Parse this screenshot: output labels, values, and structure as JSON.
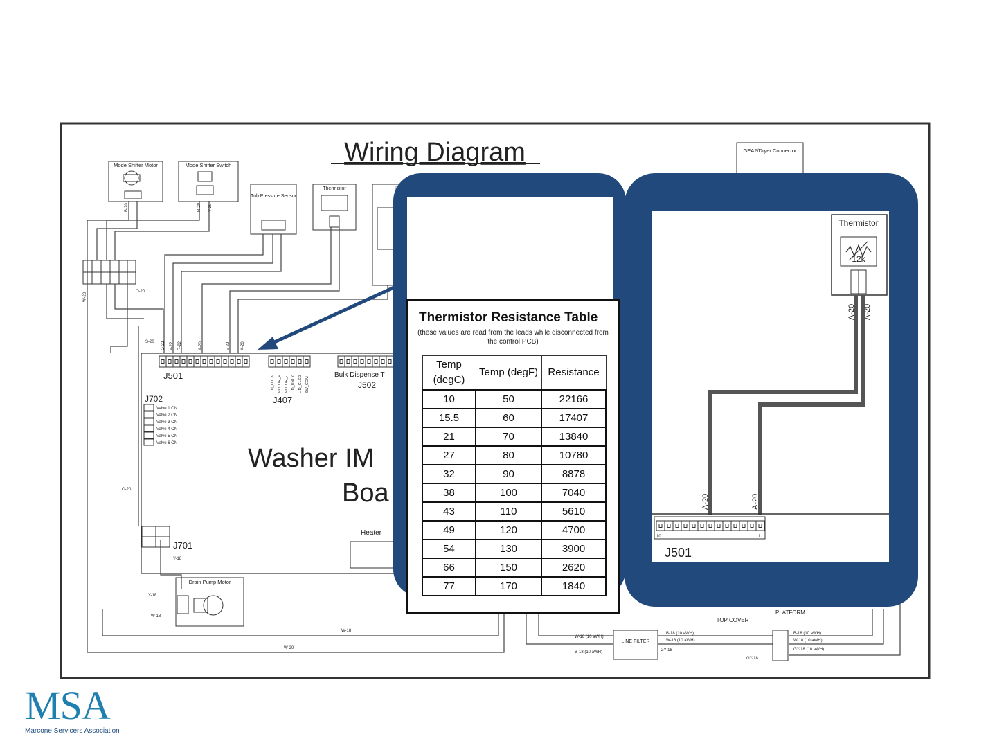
{
  "diagram": {
    "title": "Wiring Diagram",
    "board_label_line1": "Washer IM",
    "board_label_line2": "Boa",
    "components": {
      "mode_shifter_motor": "Mode Shifter Motor",
      "mode_shifter_switch": "Mode Shifter Switch",
      "tub_pressure_sensor": "Tub Pressure Sensor",
      "thermistor": "Thermistor",
      "thermistor_value": "12k",
      "lid_lock": "Lid",
      "gea2_connector": "GEA2/Dryer Connector",
      "drain_pump_motor": "Drain Pump Motor",
      "heater": "Heater",
      "line_filter": "LINE FILTER",
      "top_cover": "TOP COVER",
      "platform": "PLATFORM",
      "bulk_dispense": "Bulk Dispense T"
    },
    "connectors": {
      "j501": "J501",
      "j407": "J407",
      "j502": "J502",
      "j702": "J702",
      "j701": "J701"
    },
    "valves": [
      "Valve 1 ON",
      "Valve 2 ON",
      "Valve 3 ON",
      "Valve 4 ON",
      "Valve 5 ON",
      "Valve 6 ON"
    ],
    "j407_pins": [
      "LID_LOCK",
      "MOTOR_+",
      "MOTOR_-",
      "LID_UNLK",
      "LID_CLSD",
      "SW_COM"
    ],
    "wire_labels": {
      "b20": "B-20",
      "r20": "R-20",
      "y20": "Y-20",
      "o22": "O-22",
      "v22": "V-22",
      "r22": "R-22",
      "a20": "A-20",
      "s20": "S-20",
      "o20": "O-20",
      "w20": "W-20",
      "y18": "Y-18",
      "w18": "W-18",
      "w18_10awh": "W-18 (10 aWH)",
      "b18_10awh": "B-18 (10 aWH)",
      "gy18_10awh": "GY-18 (10 aWH)",
      "gy18": "GY-18"
    }
  },
  "table": {
    "title": "Thermistor Resistance Table",
    "subtitle": "(these values are read from the leads while disconnected from the control PCB)",
    "headers": [
      "Temp (degC)",
      "Temp (degF)",
      "Resistance"
    ],
    "rows": [
      [
        "10",
        "50",
        "22166"
      ],
      [
        "15.5",
        "60",
        "17407"
      ],
      [
        "21",
        "70",
        "13840"
      ],
      [
        "27",
        "80",
        "10780"
      ],
      [
        "32",
        "90",
        "8878"
      ],
      [
        "38",
        "100",
        "7040"
      ],
      [
        "43",
        "110",
        "5610"
      ],
      [
        "49",
        "120",
        "4700"
      ],
      [
        "54",
        "130",
        "3900"
      ],
      [
        "66",
        "150",
        "2620"
      ],
      [
        "77",
        "170",
        "1840"
      ]
    ]
  },
  "detail": {
    "thermistor": "Thermistor",
    "value": "12k",
    "wire_left": "A-20",
    "wire_right": "A-20",
    "connector": "J501",
    "pin_first": "10",
    "pin_last": "1"
  },
  "logo": {
    "big": "MSA",
    "small": "Marcone Servicers Association"
  },
  "colors": {
    "panel": "#22497c",
    "logo": "#1f7fae",
    "wire": "#555555"
  }
}
